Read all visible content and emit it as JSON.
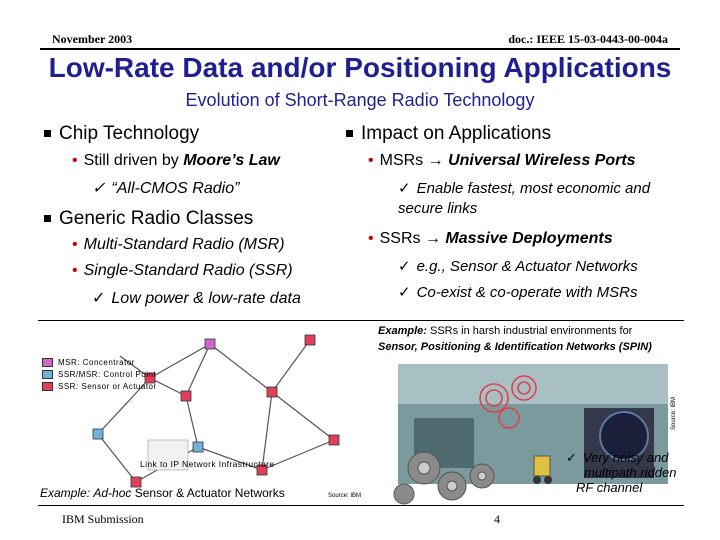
{
  "header": {
    "date": "November 2003",
    "doc": "doc.: IEEE 15-03-0443-00-004a"
  },
  "title": "Low-Rate Data and/or Positioning Applications",
  "subtitle": "Evolution of Short-Range Radio Technology",
  "left": {
    "chip": {
      "heading": "Chip Technology",
      "bullet_prefix": "Still driven by ",
      "bullet_emph": "Moore’s Law",
      "check": "“All-CMOS Radio”"
    },
    "classes": {
      "heading": "Generic Radio Classes",
      "b1": "Multi-Standard Radio (MSR)",
      "b2": "Single-Standard Radio (SSR)",
      "check": "Low power & low-rate data"
    }
  },
  "right": {
    "heading": "Impact on Applications",
    "msr_prefix": "MSRs ",
    "msr_emph": "Universal Wireless Ports",
    "msr_check": "Enable fastest, most economic and secure links",
    "ssr_prefix": "SSRs ",
    "ssr_emph": "Massive Deployments",
    "ssr_check1": "e.g., Sensor & Actuator Networks",
    "ssr_check2": "Co-exist & co-operate with MSRs"
  },
  "example_right": {
    "label": "Example:",
    "line1": " SSRs in harsh industrial environments for",
    "line2": "Sensor, Positioning & Identification Networks (SPIN)"
  },
  "legend": {
    "concentrator": "MSR: Concentrator",
    "control": "SSR/MSR: Control Point",
    "sensor": "SSR: Sensor or Actuator"
  },
  "network": {
    "link_label": "Link to IP Network Infrastructure",
    "example_label": "Example:",
    "example_emph": "Ad-hoc",
    "example_rest": " Sensor & Actuator Networks"
  },
  "source_left": "Source: IBM",
  "source_right": "Source: IBM",
  "noisy": {
    "line1": "Very noisy and",
    "line2": "multipath ridden",
    "line3": "RF channel"
  },
  "footer": {
    "left": "IBM Submission",
    "page": "4"
  },
  "colors": {
    "title": "#1f1f8f",
    "bullet": "#c00000",
    "concentrator": "#d066c8",
    "control": "#6fb3d8",
    "sensor": "#e0405a"
  }
}
